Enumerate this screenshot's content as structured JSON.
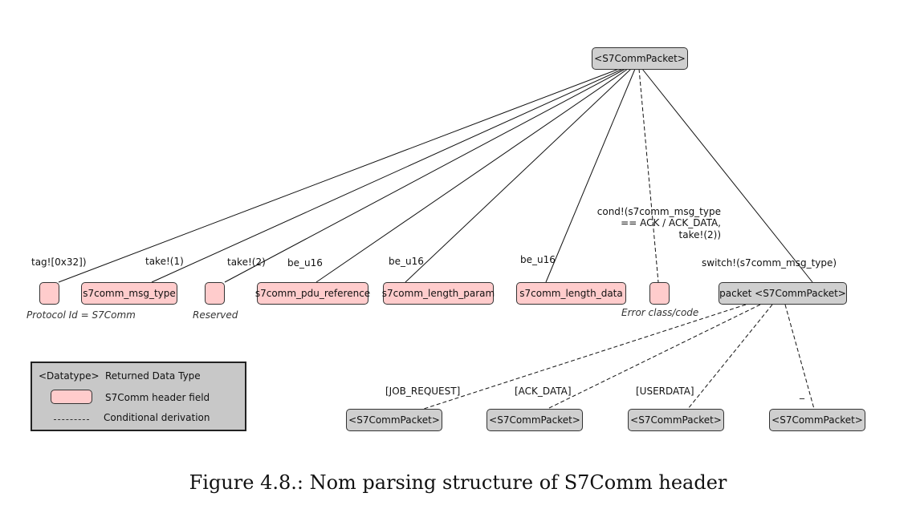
{
  "root": {
    "label": "<S7CommPacket>"
  },
  "fields": [
    {
      "label": "",
      "edge_label": "tag![0x32])",
      "note": "Protocol Id = S7Comm"
    },
    {
      "label": "s7comm_msg_type",
      "edge_label": "take!(1)"
    },
    {
      "label": "",
      "edge_label": "take!(2)",
      "note": "Reserved"
    },
    {
      "label": "s7comm_pdu_reference",
      "edge_label": "be_u16"
    },
    {
      "label": "s7comm_length_param",
      "edge_label": "be_u16"
    },
    {
      "label": "s7comm_length_data",
      "edge_label": "be_u16"
    },
    {
      "label": "",
      "edge_label_lines": [
        "cond!(s7comm_msg_type",
        "== ACK / ACK_DATA,",
        "take!(2))"
      ],
      "note": "Error class/code"
    },
    {
      "label": "packet <S7CommPacket>",
      "edge_label": "switch!(s7comm_msg_type)"
    }
  ],
  "branches": [
    {
      "label": "<S7CommPacket>",
      "edge_label": "[JOB_REQUEST]"
    },
    {
      "label": "<S7CommPacket>",
      "edge_label": "[ACK_DATA]"
    },
    {
      "label": "<S7CommPacket>",
      "edge_label": "[USERDATA]"
    },
    {
      "label": "<S7CommPacket>",
      "edge_label": "_"
    }
  ],
  "legend": {
    "datatype_key": "<Datatype>",
    "datatype_desc": "Returned Data Type",
    "field_desc": "S7Comm header field",
    "conditional_desc": "Conditional derivation"
  },
  "caption": "Figure 4.8.: Nom parsing structure of S7Comm header",
  "colors": {
    "field_fill": "#ffcccc",
    "datatype_fill": "#cfcfcf",
    "legend_fill": "#c8c8c8"
  }
}
